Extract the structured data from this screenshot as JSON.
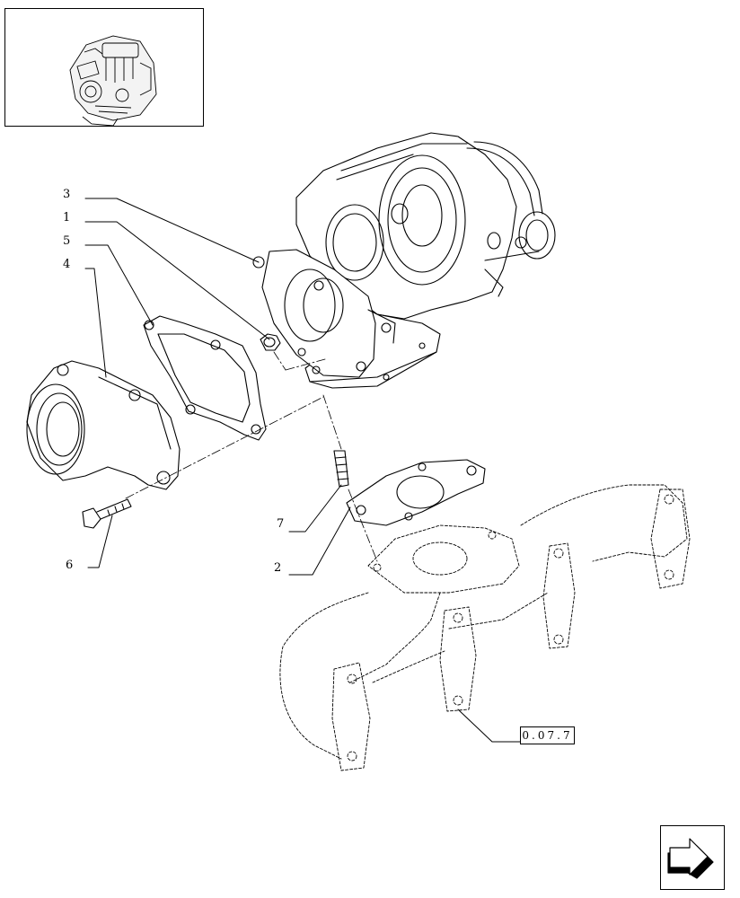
{
  "callouts": [
    "3",
    "1",
    "5",
    "4",
    "6",
    "7",
    "2"
  ],
  "reference": "0.07.7",
  "thumbnail": {
    "icon": "engine-overview-icon"
  },
  "navigation": {
    "icon": "next-page-arrow-icon"
  }
}
